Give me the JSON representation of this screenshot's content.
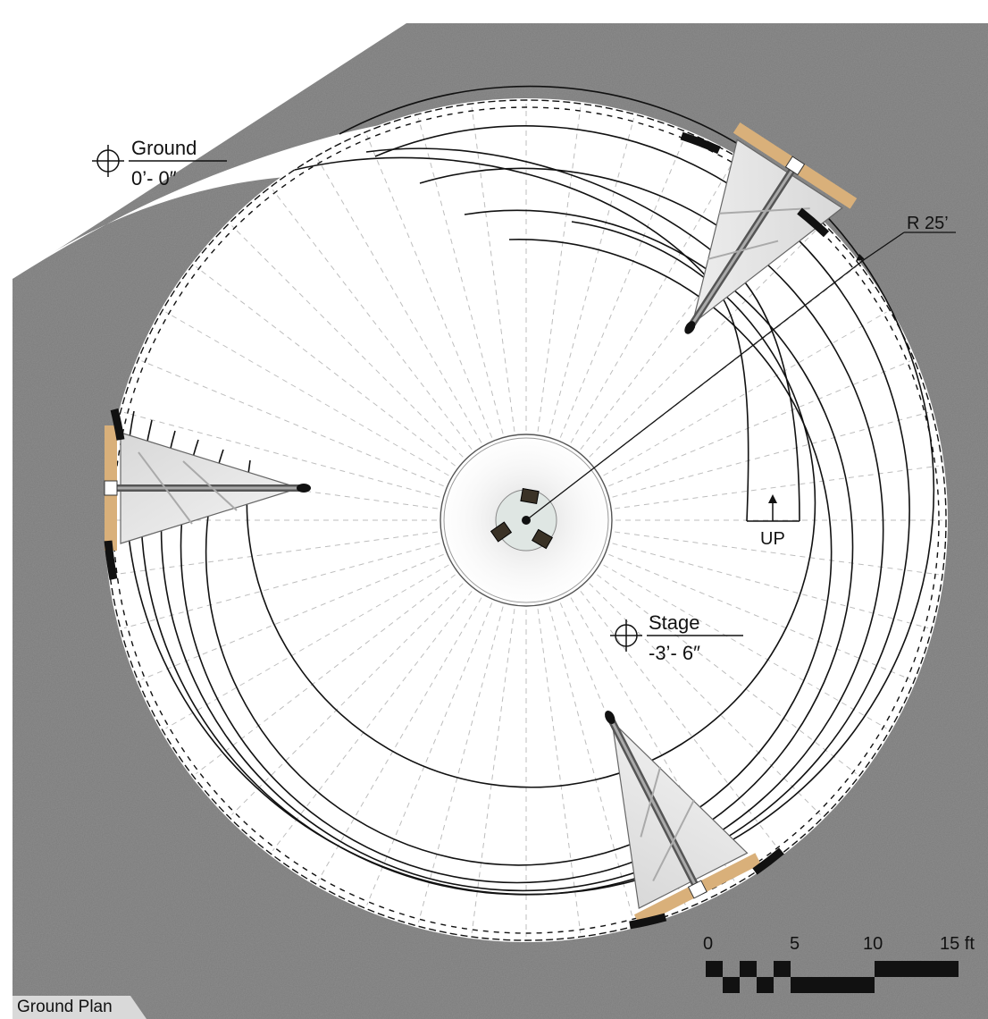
{
  "drawing": {
    "caption": "Ground Plan",
    "levels": {
      "ground": {
        "name": "Ground",
        "elevation": "0’- 0″"
      },
      "stage": {
        "name": "Stage",
        "elevation": "-3’- 6″"
      }
    },
    "radius_label": "R 25’",
    "ramp_label": "UP",
    "scale_bar": {
      "ticks": [
        "0",
        "5",
        "10",
        "15 ft"
      ]
    },
    "colors": {
      "ground_texture": "#8e8e8e",
      "paving": "#ffffff",
      "line": "#111111",
      "wood": "#d9b07a"
    }
  }
}
